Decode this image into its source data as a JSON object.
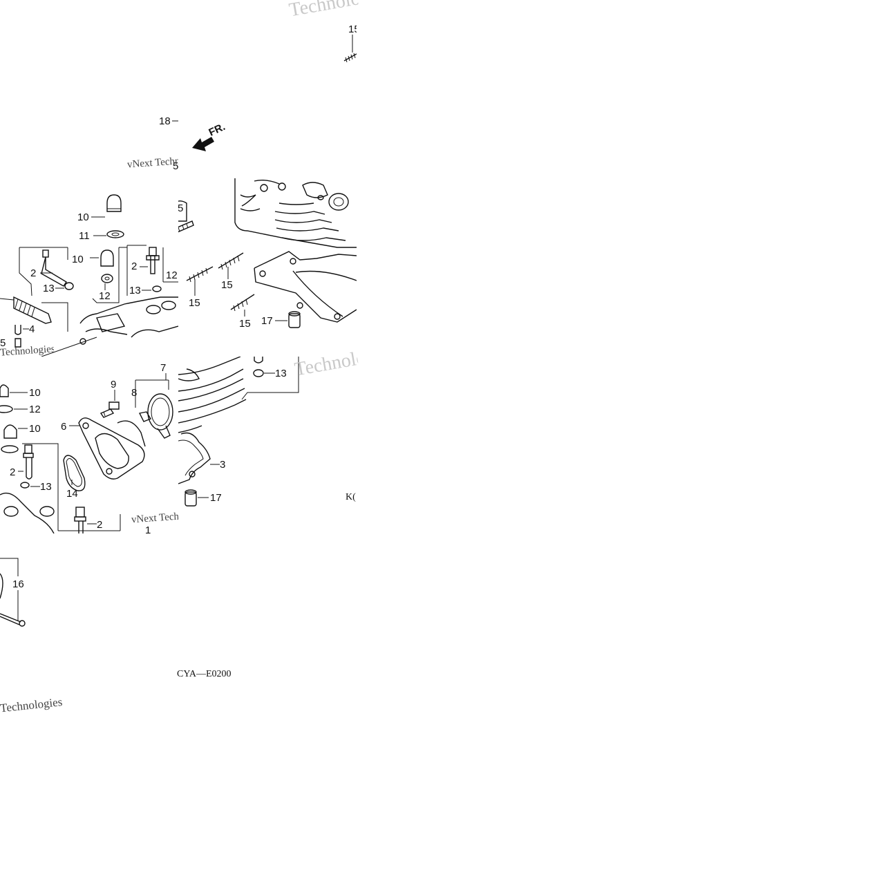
{
  "diagram": {
    "part_code": "CYA—E0200",
    "partial_code_right": "K(",
    "front_indicator": "FR.",
    "callouts": [
      "1",
      "2",
      "3",
      "4",
      "5",
      "6",
      "7",
      "8",
      "9",
      "10",
      "11",
      "12",
      "13",
      "14",
      "15",
      "16",
      "17",
      "18"
    ],
    "watermark_text_a": "vNext Technologies",
    "watermark_text_b": "Technologies"
  }
}
